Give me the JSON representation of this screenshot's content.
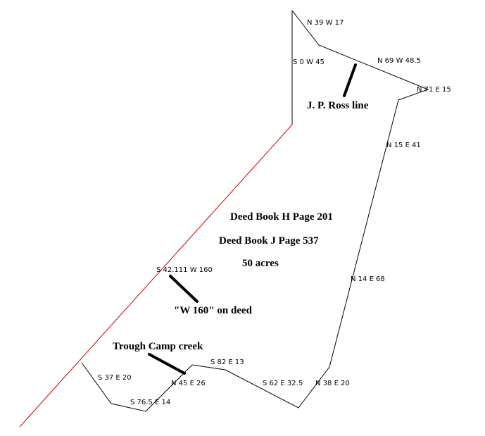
{
  "calls": [
    "N 39 W 17",
    "S 0 W 45",
    "N 69 W 48.5",
    "N 71 E 15",
    "N 15 E 41",
    "N 14 E 68",
    "N 38 E 20",
    "S 62 E 32.5",
    "S 82 E 13",
    "N 45 E 26",
    "S 76.5 E 14",
    "S 37 E 20",
    "S 42.111 W 160"
  ],
  "notes": {
    "ross_line": "J. P. Ross line",
    "deed_h": "Deed Book H Page 201",
    "deed_j": "Deed Book J Page 537",
    "acres": "50 acres",
    "w160": "\"W 160\" on deed",
    "creek": "Trough Camp creek"
  },
  "colors": {
    "boundary": "#000000",
    "adjoining_line": "#cc0000"
  }
}
